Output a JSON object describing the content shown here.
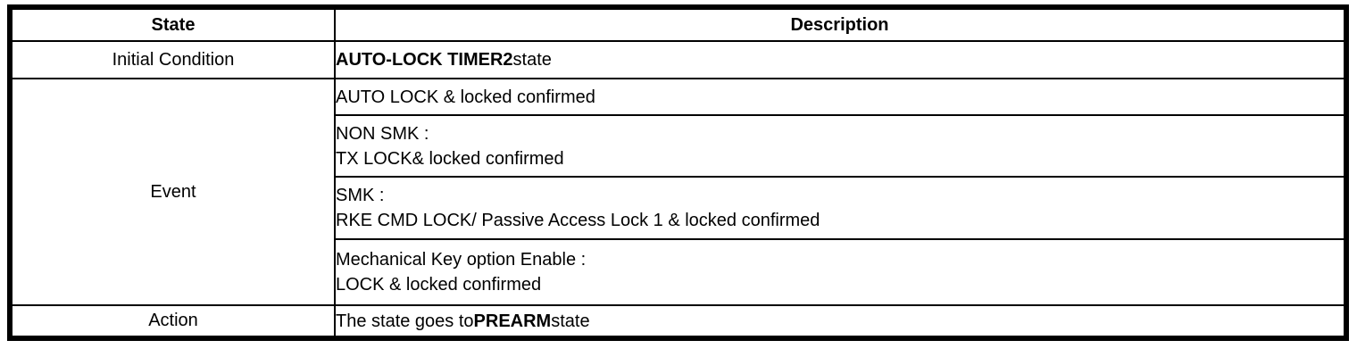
{
  "table": {
    "headers": {
      "state": "State",
      "description": "Description"
    },
    "initial": {
      "label": "Initial Condition",
      "desc_bold": "AUTO-LOCK TIMER2",
      "desc_rest": "state"
    },
    "event": {
      "label": "Event",
      "rows": [
        {
          "line1": "AUTO LOCK & locked confirmed"
        },
        {
          "line1": "NON SMK :",
          "line2": "TX LOCK& locked confirmed"
        },
        {
          "line1": "SMK :",
          "line2": "RKE CMD LOCK/ Passive Access Lock 1 & locked confirmed"
        },
        {
          "line1": "Mechanical Key option Enable :",
          "line2": "LOCK & locked confirmed"
        }
      ]
    },
    "action": {
      "label": "Action",
      "desc_pre": "The state goes to",
      "desc_bold": "PREARM",
      "desc_post": "state"
    },
    "colors": {
      "border": "#000000",
      "text": "#000000",
      "background": "#ffffff"
    }
  }
}
